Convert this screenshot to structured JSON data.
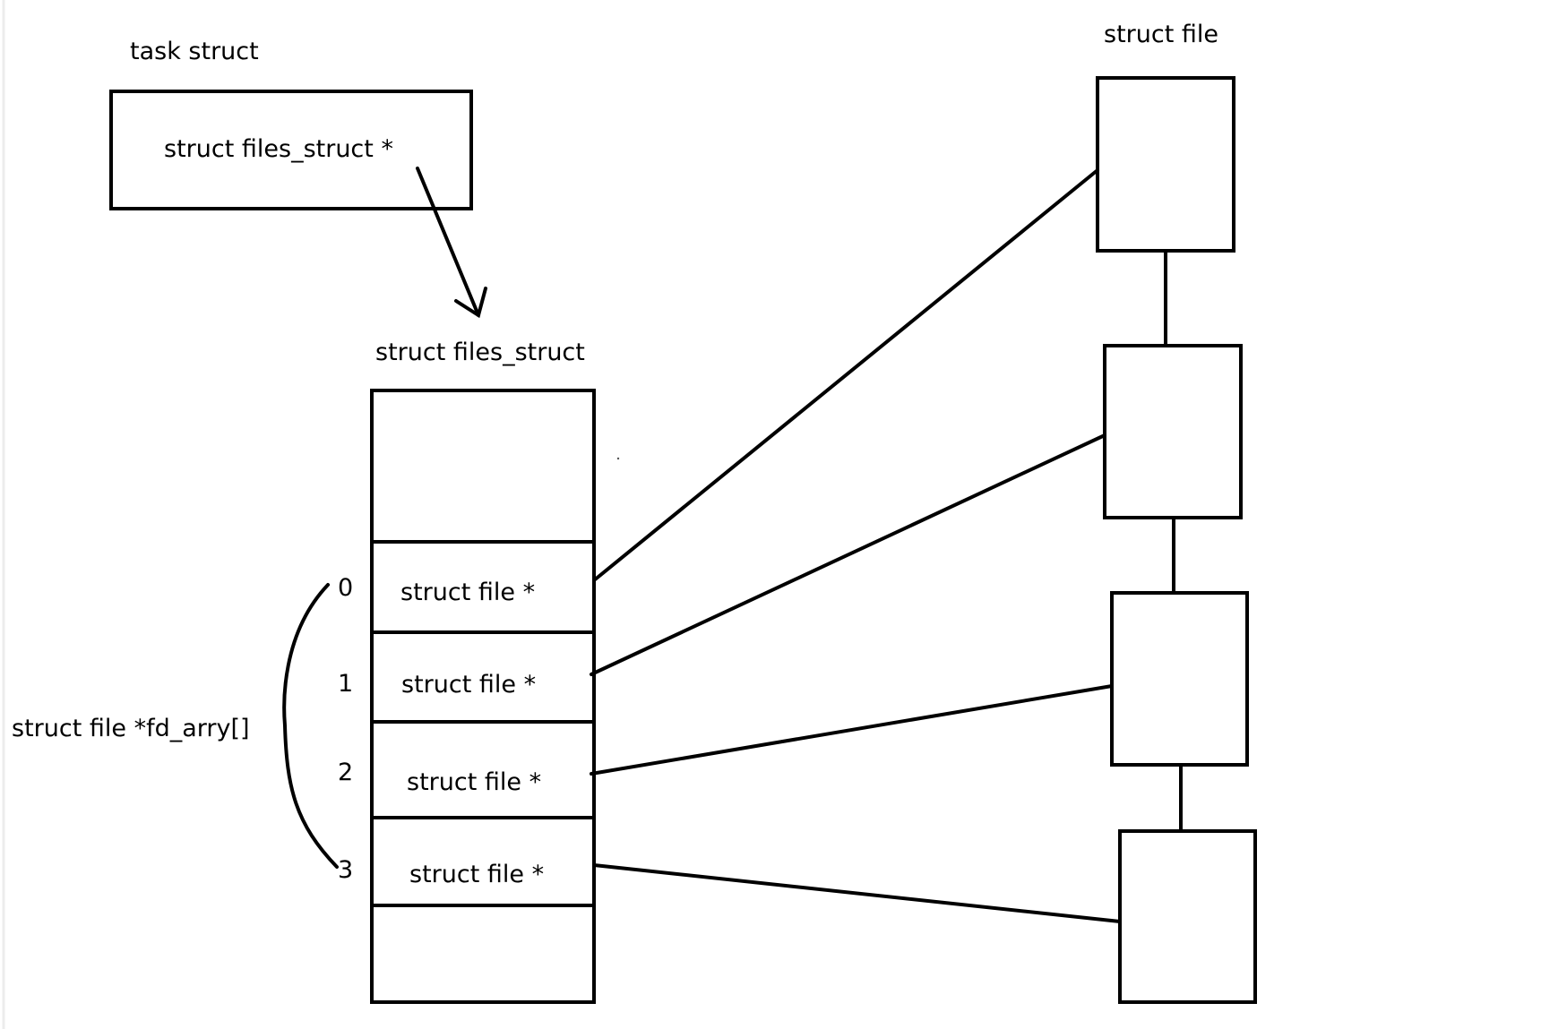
{
  "labels": {
    "task_struct": "task struct",
    "files_struct_ptr": "struct files_struct *",
    "files_struct": "struct files_struct",
    "struct_file": "struct file",
    "fd_array": "struct file *fd_arry[]"
  },
  "fd_entries": [
    {
      "index": "0",
      "label": "struct file *"
    },
    {
      "index": "1",
      "label": "struct file *"
    },
    {
      "index": "2",
      "label": "struct file *"
    },
    {
      "index": "3",
      "label": "struct file *"
    }
  ]
}
